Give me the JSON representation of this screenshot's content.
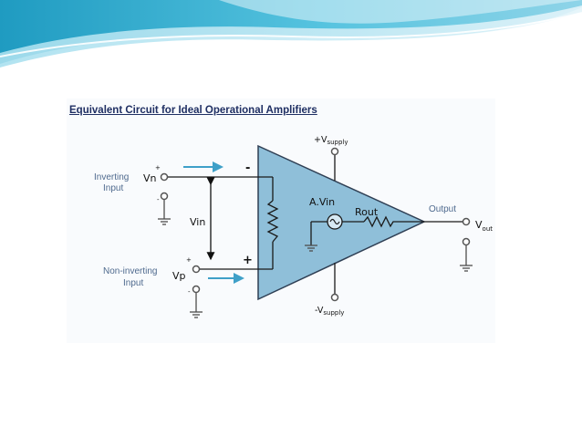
{
  "slide": {
    "header_colors": [
      "#1f9bc1",
      "#55c3df",
      "#a9e0ef",
      "#e3f4fa"
    ]
  },
  "figure": {
    "title": "Equivalent Circuit for Ideal Operational Amplifiers",
    "labels": {
      "inverting_input": [
        "Inverting",
        "Input"
      ],
      "non_inverting_input": [
        "Non-inverting",
        "Input"
      ],
      "vn": "Vn",
      "vp": "Vp",
      "vin": "Vin",
      "gain_source": "A.Vin",
      "rout": "Rout",
      "output": "Output",
      "v_out": {
        "base": "V",
        "sub": "out"
      },
      "v_supply_pos": {
        "prefix": "+V",
        "sub": "supply"
      },
      "v_supply_neg": {
        "prefix": "-V",
        "sub": "supply"
      },
      "minus_sign": "-",
      "plus_sign": "+",
      "terminal_plus": "+",
      "terminal_minus": "-"
    },
    "colors": {
      "opamp_fill": "#8fbfd9",
      "opamp_stroke": "#2f3f54",
      "arrow": "#3fa0c8",
      "title": "#1f2f63",
      "label": "#4f6a8e"
    }
  }
}
